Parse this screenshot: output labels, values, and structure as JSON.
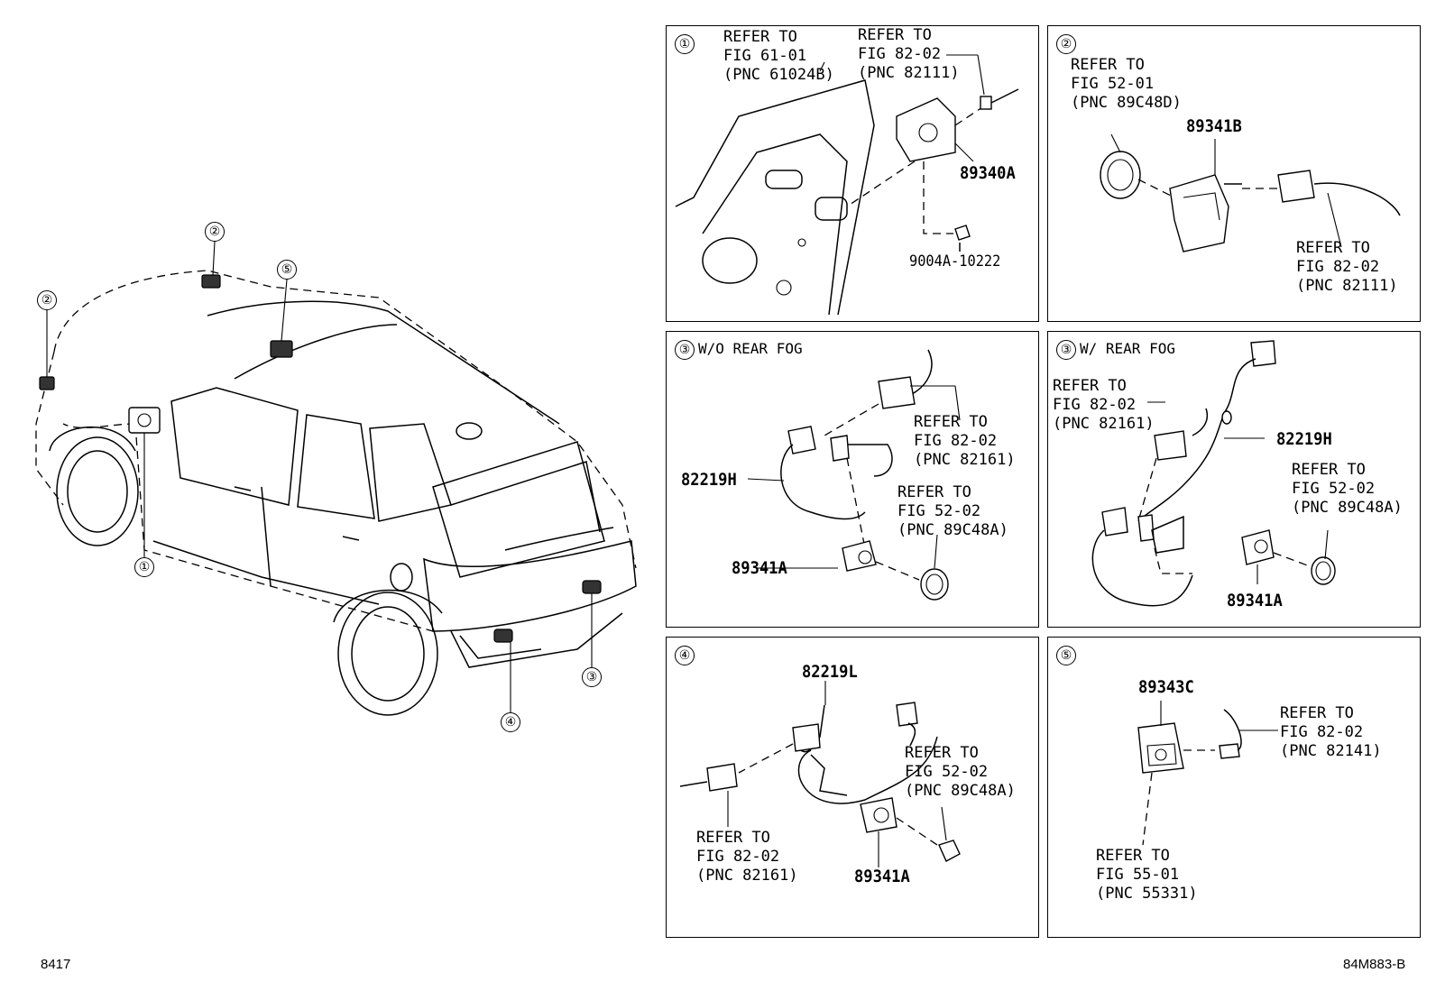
{
  "overview": {
    "callouts": {
      "c1": "①",
      "c2a": "②",
      "c2b": "②",
      "c3": "③",
      "c4": "④",
      "c5": "⑤"
    }
  },
  "panel1": {
    "marker": "①",
    "ref_a": "REFER TO\nFIG 61-01\n(PNC 61024B)",
    "ref_b": "REFER TO\nFIG 82-02\n(PNC 82111)",
    "part_main": "89340A",
    "part_bolt": "9004A-10222"
  },
  "panel2": {
    "marker": "②",
    "ref_a": "REFER TO\nFIG 52-01\n(PNC 89C48D)",
    "part_main": "89341B",
    "ref_b": "REFER TO\nFIG 82-02\n(PNC 82111)"
  },
  "panel3a": {
    "marker": "③",
    "caption": "W/O REAR FOG",
    "ref_a": "REFER TO\nFIG 82-02\n(PNC 82161)",
    "part_wire": "82219H",
    "ref_b": "REFER TO\nFIG 52-02\n(PNC 89C48A)",
    "part_sensor": "89341A"
  },
  "panel3b": {
    "marker": "③",
    "caption": "W/ REAR FOG",
    "ref_a": "REFER TO\nFIG 82-02\n(PNC 82161)",
    "part_wire": "82219H",
    "ref_b": "REFER TO\nFIG 52-02\n(PNC 89C48A)",
    "part_sensor": "89341A"
  },
  "panel4": {
    "marker": "④",
    "part_wire": "82219L",
    "ref_a": "REFER TO\nFIG 52-02\n(PNC 89C48A)",
    "ref_b": "REFER TO\nFIG 82-02\n(PNC 82161)",
    "part_sensor": "89341A"
  },
  "panel5": {
    "marker": "⑤",
    "part_main": "89343C",
    "ref_a": "REFER TO\nFIG 82-02\n(PNC 82141)",
    "ref_b": "REFER TO\nFIG 55-01\n(PNC 55331)"
  },
  "footer": {
    "left": "8417",
    "right": "84M883-B"
  }
}
